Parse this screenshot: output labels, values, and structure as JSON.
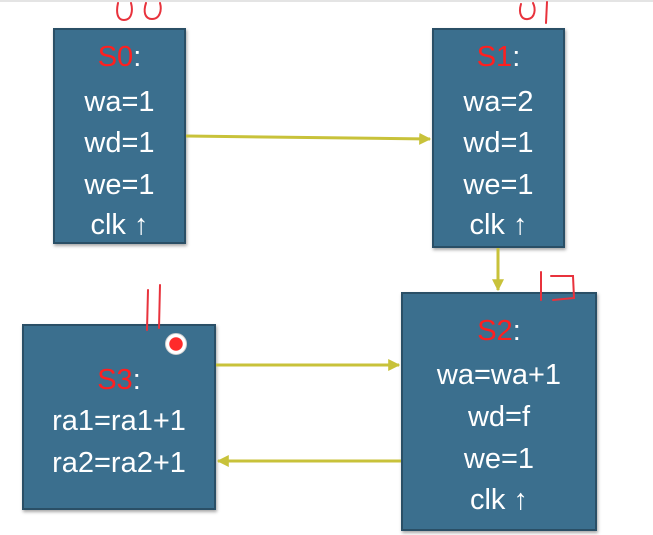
{
  "states": {
    "s0": {
      "name": "S0",
      "colon": ":",
      "lines": [
        "wa=1",
        "wd=1",
        "we=1",
        "clk"
      ],
      "clk_arrow": "↑"
    },
    "s1": {
      "name": "S1",
      "colon": ":",
      "lines": [
        "wa=2",
        "wd=1",
        "we=1",
        "clk"
      ],
      "clk_arrow": "↑"
    },
    "s2": {
      "name": "S2",
      "colon": ":",
      "lines": [
        "wa=wa+1",
        "wd=f",
        "we=1",
        "clk"
      ],
      "clk_arrow": "↑"
    },
    "s3": {
      "name": "S3",
      "colon": ":",
      "lines": [
        "ra1=ra1+1",
        "ra2=ra2+1"
      ]
    }
  },
  "colors": {
    "box_fill": "#3b6f8e",
    "box_border": "#2a4f66",
    "state_name": "#ff1f1f",
    "box_text": "#ffffff",
    "transition_arrow": "#c8c23a",
    "annotation_ink": "#e8323c"
  }
}
